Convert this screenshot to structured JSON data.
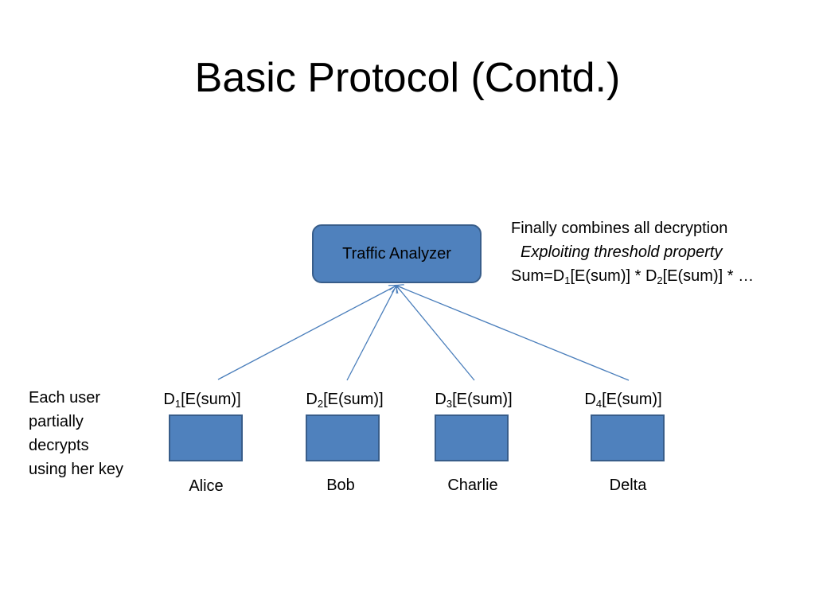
{
  "slide": {
    "title": "Basic Protocol (Contd.)"
  },
  "analyzer": {
    "label": "Traffic Analyzer"
  },
  "note": {
    "line1": "Finally combines all decryption",
    "line2": "Exploiting threshold property",
    "line3_prefix": "Sum=D",
    "line3_sub1": "1",
    "line3_mid": "[E(sum)] * D",
    "line3_sub2": "2",
    "line3_suffix": "[E(sum)] * …"
  },
  "left_note": {
    "lines": [
      "Each user",
      "partially",
      "decrypts",
      "using her key"
    ]
  },
  "users": [
    {
      "name": "Alice",
      "d": "D",
      "sub": "1",
      "expr": "[E(sum)]"
    },
    {
      "name": "Bob",
      "d": "D",
      "sub": "2",
      "expr": "[E(sum)]"
    },
    {
      "name": "Charlie",
      "d": "D",
      "sub": "3",
      "expr": "[E(sum)]"
    },
    {
      "name": "Delta",
      "d": "D",
      "sub": "4",
      "expr": "[E(sum)]"
    }
  ],
  "colors": {
    "box_fill": "#4f81bd",
    "box_border": "#385d8a",
    "arrow": "#4a7ebb"
  }
}
